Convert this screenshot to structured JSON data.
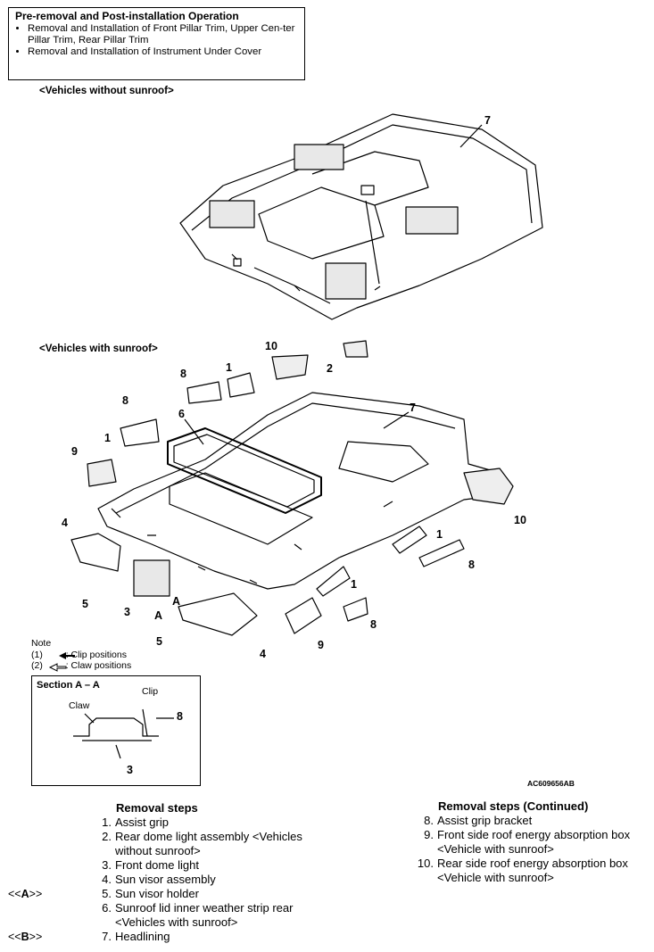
{
  "prebox": {
    "title": "Pre-removal and Post-installation Operation",
    "items": [
      "Removal and Installation of Front Pillar Trim, Upper Cen-ter Pillar Trim, Rear Pillar Trim",
      "Removal and Installation of Instrument Under Cover"
    ]
  },
  "diagram": {
    "label_no_sunroof": "<Vehicles without sunroof>",
    "label_sunroof": "<Vehicles with sunroof>",
    "callouts": {
      "c7a": "7",
      "c10a": "10",
      "c2": "2",
      "c8a": "8",
      "c1a": "1",
      "c8b": "8",
      "c6": "6",
      "c7b": "7",
      "c1b": "1",
      "c9a": "9",
      "c4a": "4",
      "c10b": "10",
      "c1c": "1",
      "c8c": "8",
      "c5a": "5",
      "c3": "3",
      "cAa": "A",
      "cAb": "A",
      "c1d": "1",
      "c8d": "8",
      "c5b": "5",
      "c4b": "4",
      "c9b": "9"
    },
    "note": {
      "title": "Note",
      "line1_num": "(1)",
      "line1_text": ": Clip positions",
      "line2_num": "(2)",
      "line2_text": ": Claw positions"
    },
    "section": {
      "title": "Section A – A",
      "clip": "Clip",
      "claw": "Claw",
      "n8": "8",
      "n3": "3"
    },
    "code": "AC609656AB"
  },
  "removal": {
    "heading": "Removal steps",
    "steps": [
      {
        "n": "1.",
        "t": "Assist grip"
      },
      {
        "n": "2.",
        "t": "Rear dome light assembly <Vehicles"
      },
      {
        "n": "",
        "t": "without sunroof>"
      },
      {
        "n": "3.",
        "t": "Front dome light"
      },
      {
        "n": "4.",
        "t": "Sun visor assembly"
      },
      {
        "n": "5.",
        "t": "Sun visor holder"
      },
      {
        "n": "6.",
        "t": "Sunroof lid inner weather strip rear"
      },
      {
        "n": "",
        "t": "<Vehicles with sunroof>"
      },
      {
        "n": "7.",
        "t": "Headlining"
      }
    ],
    "tagA": {
      "pre": "<<",
      "letter": "A",
      "post": ">>"
    },
    "tagB": {
      "pre": "<<",
      "letter": "B",
      "post": ">>"
    }
  },
  "removal_cont": {
    "heading": "Removal steps (Continued)",
    "steps": [
      {
        "n": "8.",
        "t": "Assist grip bracket"
      },
      {
        "n": "9.",
        "t": "Front side roof energy absorption box"
      },
      {
        "n": "",
        "t": "<Vehicle with sunroof>"
      },
      {
        "n": "10.",
        "t": "Rear side roof  energy absorption box"
      },
      {
        "n": "",
        "t": "<Vehicle with sunroof>"
      }
    ]
  }
}
